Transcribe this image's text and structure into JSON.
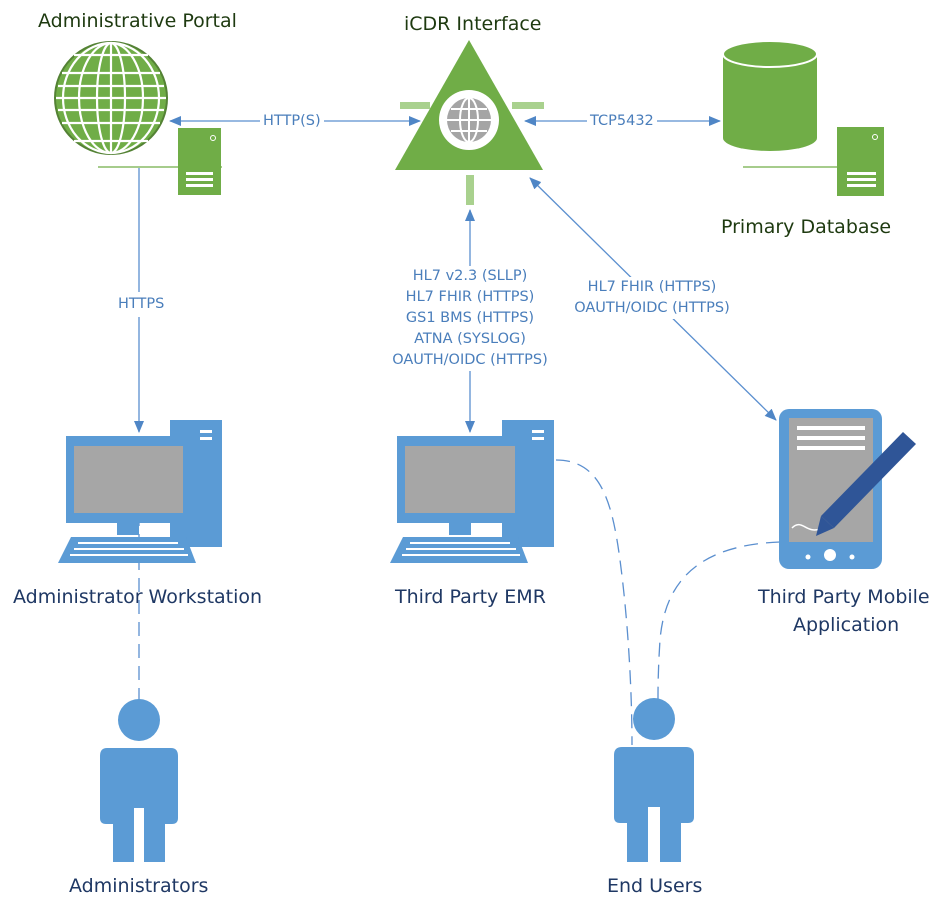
{
  "nodes": {
    "admin_portal": "Administrative Portal",
    "icdr": "iCDR Interface",
    "primary_db": "Primary Database",
    "admin_workstation": "Administrator Workstation",
    "emr": "Third Party EMR",
    "mobile_line1": "Third Party Mobile",
    "mobile_line2": "Application",
    "administrators": "Administrators",
    "end_users": "End Users"
  },
  "edges": {
    "portal_icdr": "HTTP(S)",
    "icdr_db": "TCP5432",
    "portal_workstation": "HTTPS",
    "emr_protocols": [
      "HL7 v2.3 (SLLP)",
      "HL7 FHIR (HTTPS)",
      "GS1 BMS (HTTPS)",
      "ATNA (SYSLOG)",
      "OAUTH/OIDC (HTTPS)"
    ],
    "mobile_protocols": [
      "HL7 FHIR (HTTPS)",
      "OAUTH/OIDC (HTTPS)"
    ]
  },
  "colors": {
    "green": "#70ad47",
    "green_dark": "#548235",
    "blue": "#5b9bd5",
    "line": "#5b8fcf"
  }
}
